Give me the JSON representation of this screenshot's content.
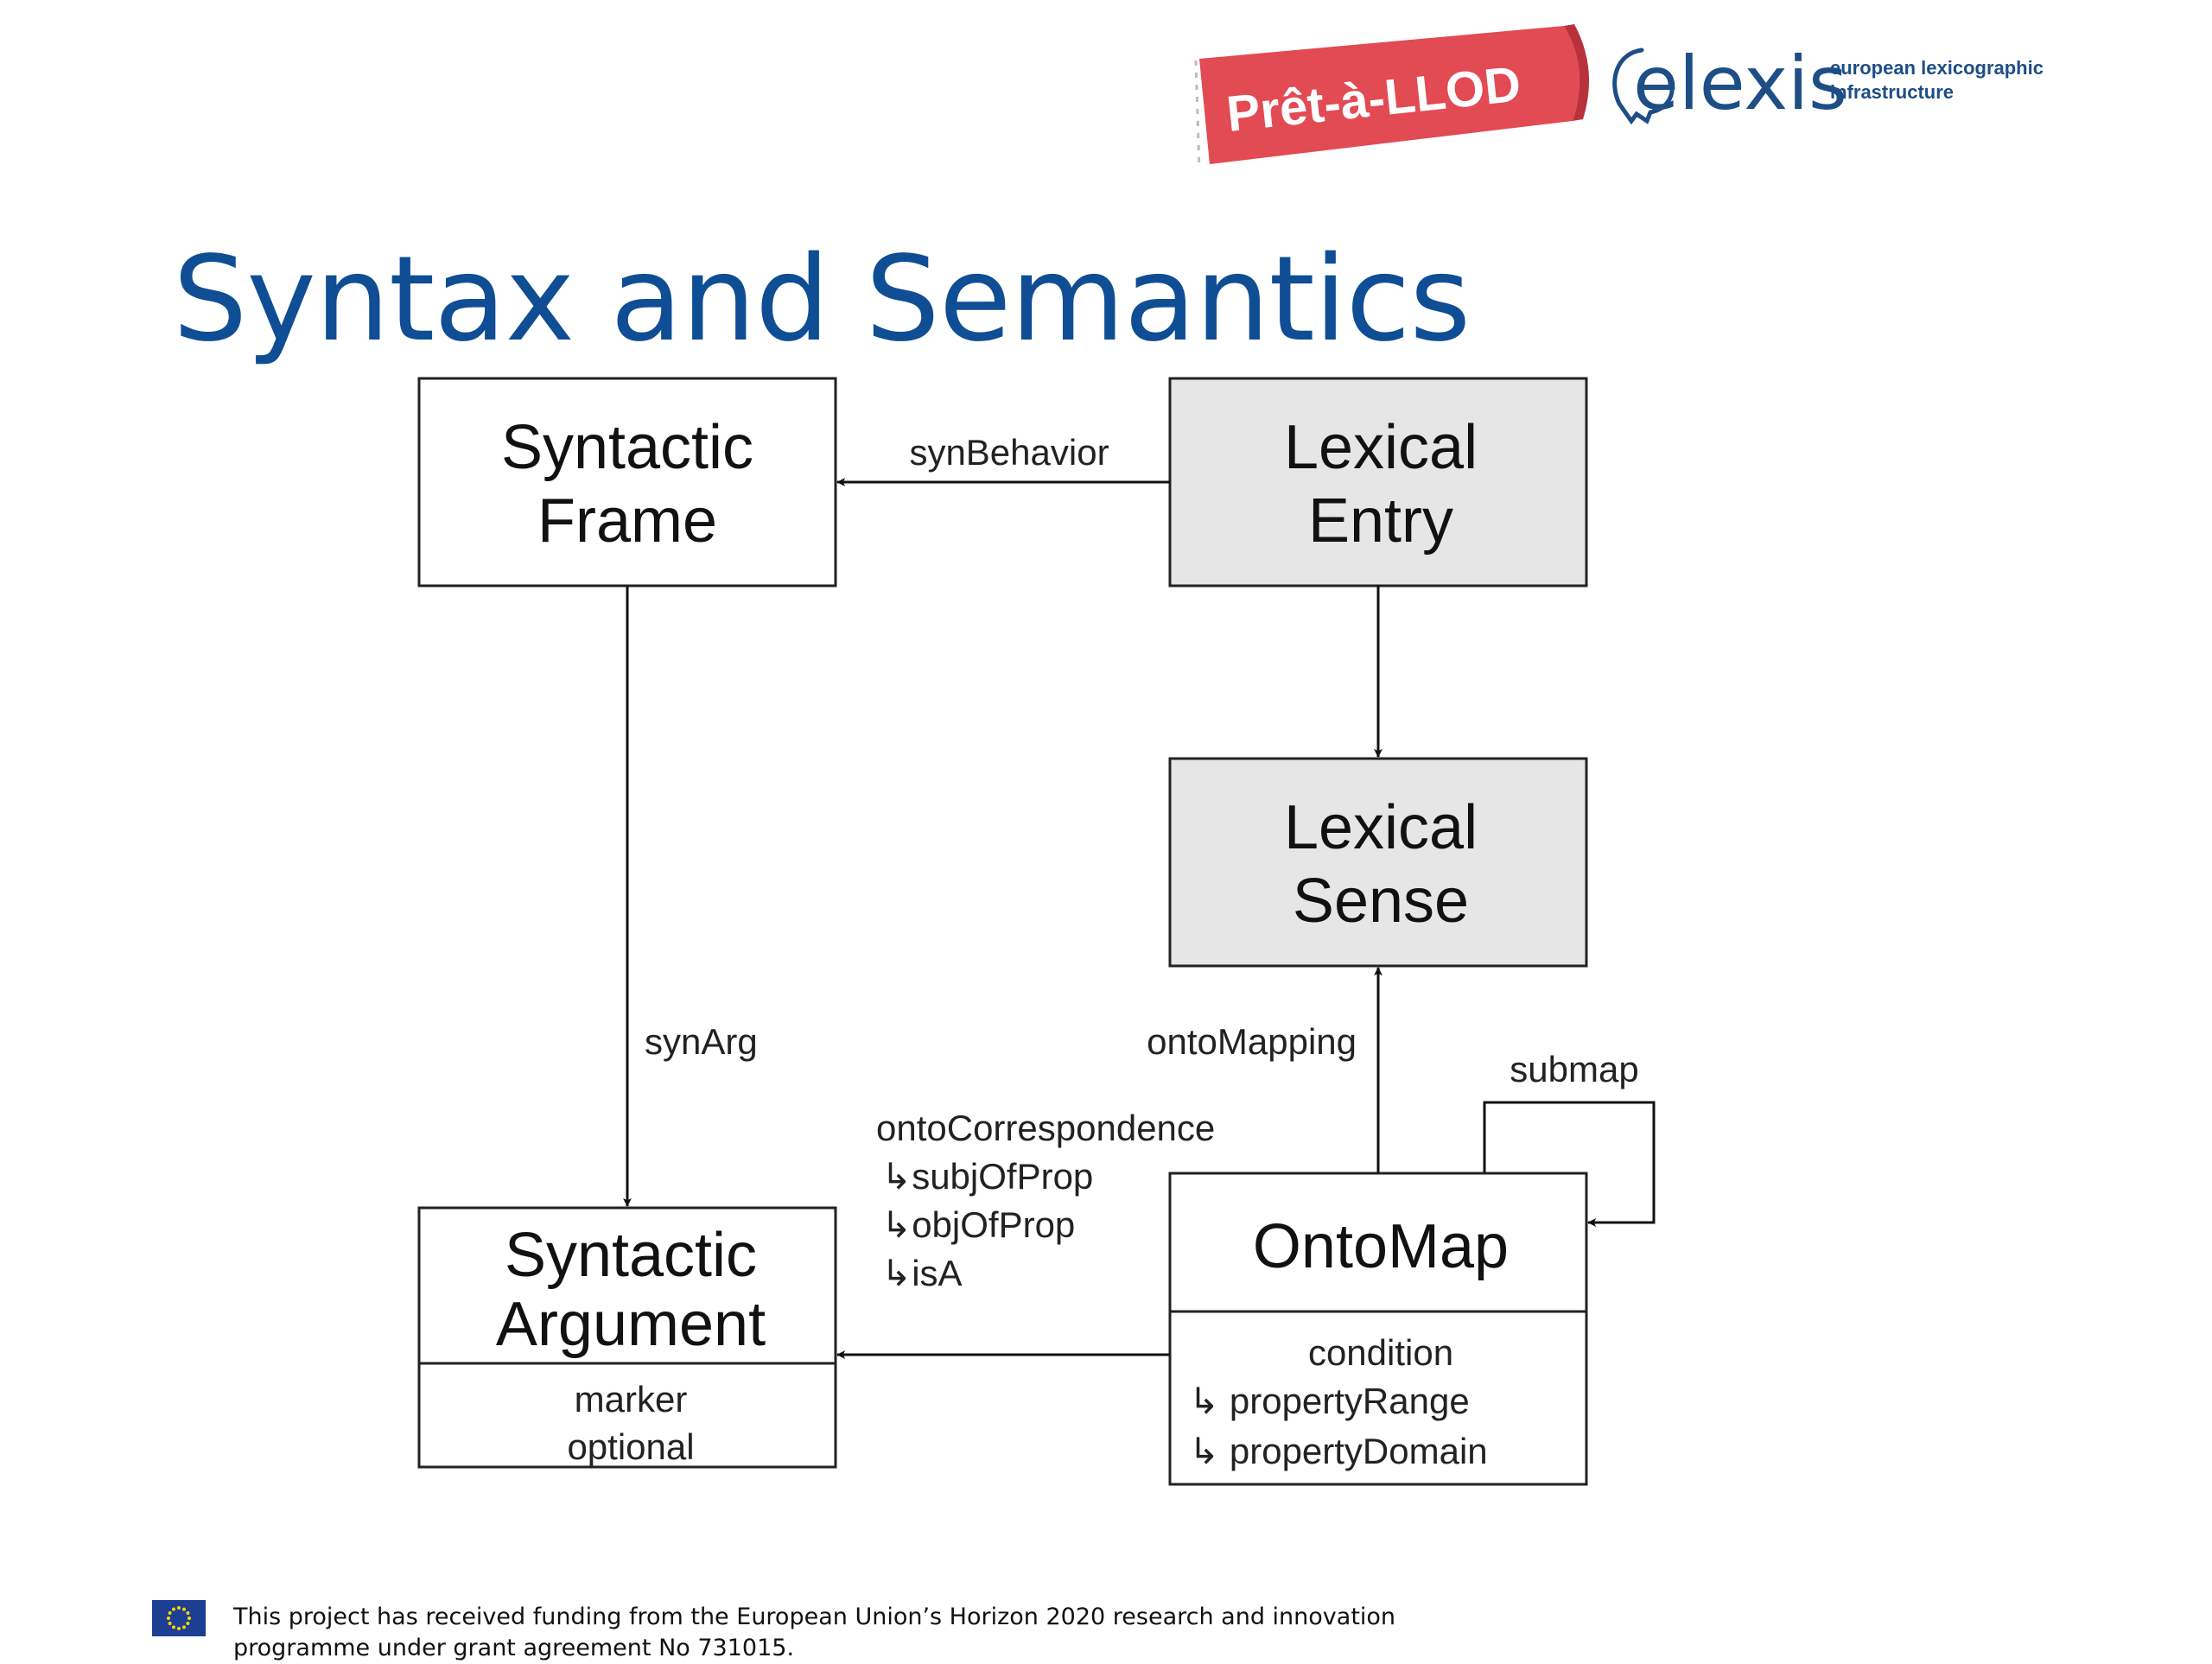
{
  "header": {
    "logo_pret": "Prêt-à-LLOD",
    "logo_elexis_word": "elexis",
    "logo_elexis_tagline_1": "european lexicographic",
    "logo_elexis_tagline_2": "infrastructure"
  },
  "slide": {
    "title": "Syntax and Semantics"
  },
  "diagram": {
    "nodes": {
      "syntactic_frame": {
        "line1": "Syntactic",
        "line2": "Frame"
      },
      "lexical_entry": {
        "line1": "Lexical",
        "line2": "Entry"
      },
      "lexical_sense": {
        "line1": "Lexical",
        "line2": "Sense"
      },
      "syntactic_argument": {
        "line1": "Syntactic",
        "line2": "Argument",
        "attr1": "marker",
        "attr2": "optional"
      },
      "onto_map": {
        "title": "OntoMap",
        "attr1": "condition",
        "attr2": "↳   propertyRange",
        "attr3": "↳ propertyDomain"
      }
    },
    "edges": {
      "syn_behavior": "synBehavior",
      "syn_arg": "synArg",
      "onto_mapping": "ontoMapping",
      "submap": "submap",
      "onto_correspondence": "ontoCorrespondence",
      "subj_of_prop": "↳subjOfProp",
      "obj_of_prop": "↳objOfProp",
      "is_a": "↳isA"
    }
  },
  "footer": {
    "funding_text": "This project has received funding from the European Union’s Horizon 2020 research and innovation programme under grant agreement No 731015."
  },
  "colors": {
    "title_blue": "#0f4e94",
    "ribbon_red": "#e24a54",
    "elexis_blue": "#1d4e86",
    "shaded_box": "#e6e6e6",
    "eu_flag_blue": "#1c3f93",
    "eu_star_yellow": "#ffd400"
  }
}
